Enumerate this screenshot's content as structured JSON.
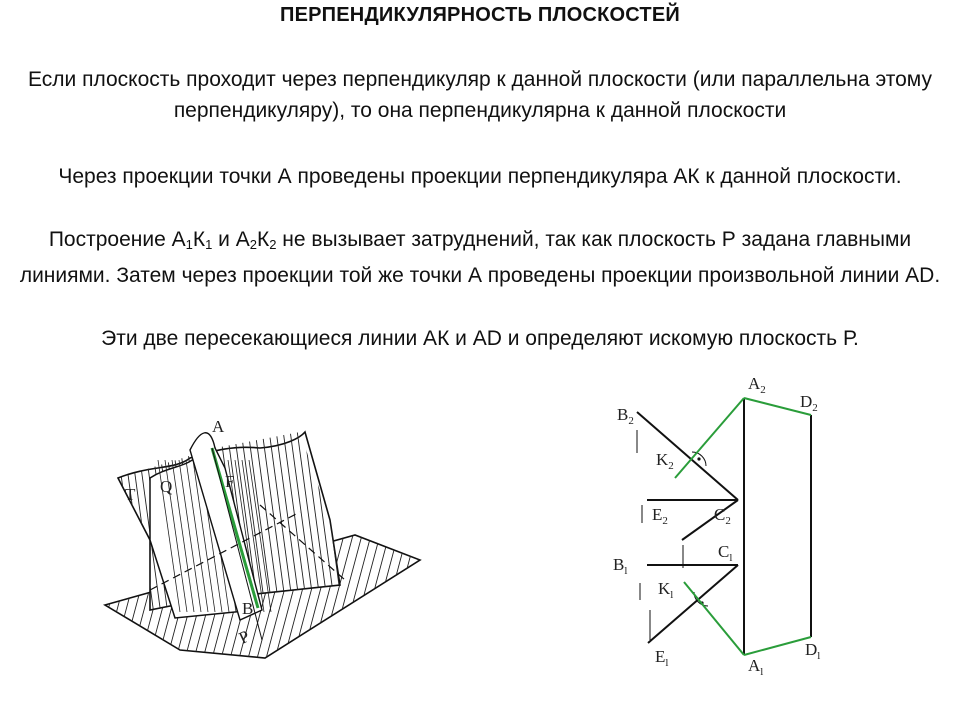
{
  "slide": {
    "title": "ПЕРПЕНДИКУЛЯРНОСТЬ ПЛОСКОСТЕЙ",
    "paragraph1": "Если плоскость проходит через перпендикуляр к данной плоскости (или параллельна этому перпендикуляру), то она перпендикулярна к данной плоскости",
    "paragraph2": "Через проекции точки А проведены проекции перпендикуляра АК к данной плоскости.",
    "paragraph3": {
      "prefix": "Построение А",
      "s1": "1",
      "k1": "К",
      "s2": "1",
      "mid": " и А",
      "s3": "2",
      "k2": "К",
      "s4": "2",
      "suffix": " не вызывает затруднений, так как плоскость Р задана главными линиями. Затем через проекции той же точки А проведены проекции произвольной линии АD."
    },
    "paragraph4": "Эти две пересекающиеся линии АК и АD и определяют искомую плоскость Р."
  },
  "left_figure": {
    "labels": {
      "a": "A",
      "t": "T",
      "q": "Q",
      "f": "F",
      "b": "B",
      "p": "P"
    }
  },
  "right_figure": {
    "labels": {
      "a2": {
        "letter": "A",
        "sub": "2"
      },
      "d2": {
        "letter": "D",
        "sub": "2"
      },
      "b2": {
        "letter": "B",
        "sub": "2"
      },
      "k2": {
        "letter": "K",
        "sub": "2"
      },
      "e2": {
        "letter": "E",
        "sub": "2"
      },
      "c2": {
        "letter": "C",
        "sub": "2"
      },
      "c1": {
        "letter": "C",
        "sub": "l"
      },
      "b1": {
        "letter": "B",
        "sub": "l"
      },
      "k1": {
        "letter": "K",
        "sub": "l"
      },
      "e1": {
        "letter": "E",
        "sub": "l"
      },
      "a1": {
        "letter": "A",
        "sub": "l"
      },
      "d1": {
        "letter": "D",
        "sub": "l"
      }
    }
  },
  "colors": {
    "construction_line": "#2a9d3a",
    "ink": "#111111"
  }
}
